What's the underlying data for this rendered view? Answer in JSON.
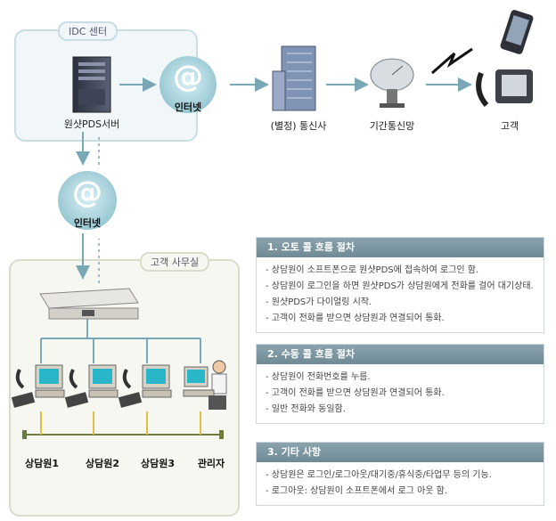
{
  "idc": {
    "title": "IDC 센터",
    "server_label": "원샷PDS서버"
  },
  "internet": {
    "label": "인터넷",
    "symbol": "@"
  },
  "chain": {
    "carrier": "(별정) 통신사",
    "backbone": "기간통신망",
    "customer": "고객"
  },
  "office": {
    "title": "고객 사무실",
    "agents": [
      "상담원1",
      "상담원2",
      "상담원3"
    ],
    "manager": "관리자"
  },
  "panels": [
    {
      "title": "1. 오토 콜 흐름 절차",
      "items": [
        "상담원이 소프트폰으로 원샷PDS에 접속하여 로그인 함.",
        "상담원이 로그인을 하면 원샷PDS가 상담원에게 전화를 걸어 대기상태.",
        "원샷PDS가 다이얼링 시작.",
        "고객이 전화를 받으면 상담원과 연결되어 통화."
      ]
    },
    {
      "title": "2. 수동 콜 흐름 절차",
      "items": [
        "상담원이 전화번호를 누름.",
        "고객이 전화를 받으면 상담원과 연결되어 통화.",
        "일반 전화와 동일함."
      ]
    },
    {
      "title": "3. 기타 사항",
      "items": [
        "상담원은 로그인/로그아웃/대기중/휴식중/타업무 등의 기능.",
        "로그아웃: 상담원이 소프트폰에서 로그 아웃 함."
      ]
    }
  ],
  "colors": {
    "accent": "#7aa7b5",
    "panel_head": "#7a929c",
    "circle": "#a9d2dc"
  }
}
